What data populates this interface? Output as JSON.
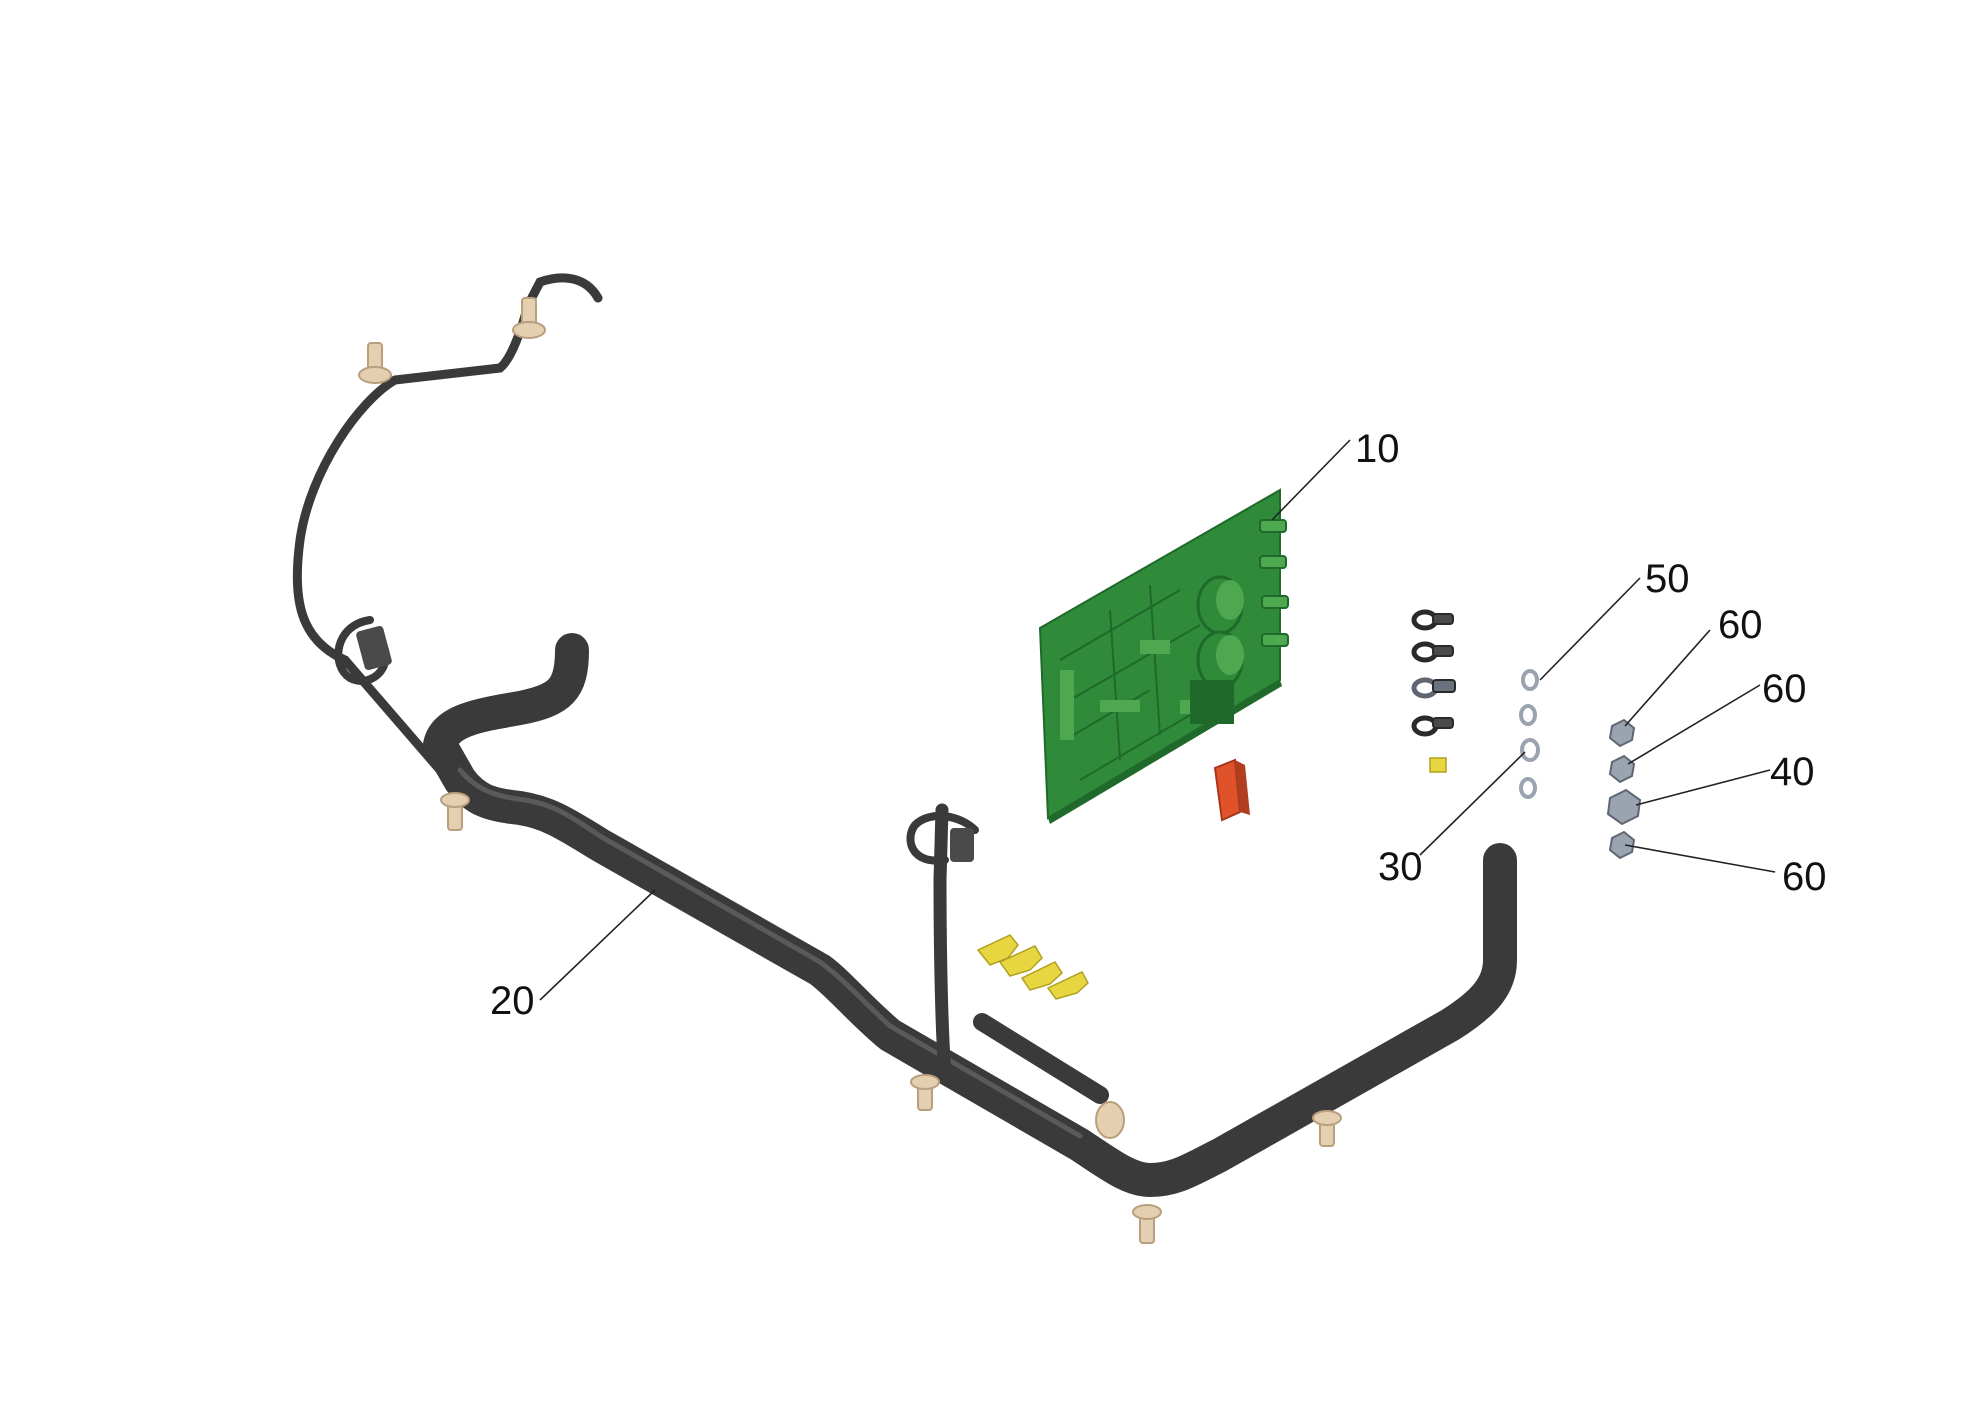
{
  "colors": {
    "background": "#ffffff",
    "cable": "#3a3a3a",
    "cable_highlight": "#5a5a5a",
    "clip": "#e4cfb0",
    "clip_shadow": "#b89f7e",
    "pcb": "#2f8a3a",
    "pcb_dark": "#1f6a2a",
    "pcb_component": "#4da84f",
    "relay": "#e0522a",
    "terminal": "#e8d640",
    "hardware": "#9aa3b0",
    "hardware_dark": "#5e6672",
    "line": "#222222"
  },
  "callouts": [
    {
      "id": "pcb",
      "label": "10"
    },
    {
      "id": "harness",
      "label": "20"
    },
    {
      "id": "lugs",
      "label": "30"
    },
    {
      "id": "nut-large",
      "label": "40"
    },
    {
      "id": "washers",
      "label": "50"
    },
    {
      "id": "nut-top",
      "label": "60"
    },
    {
      "id": "nut-second",
      "label": "60"
    },
    {
      "id": "nut-bottom",
      "label": "60"
    }
  ]
}
